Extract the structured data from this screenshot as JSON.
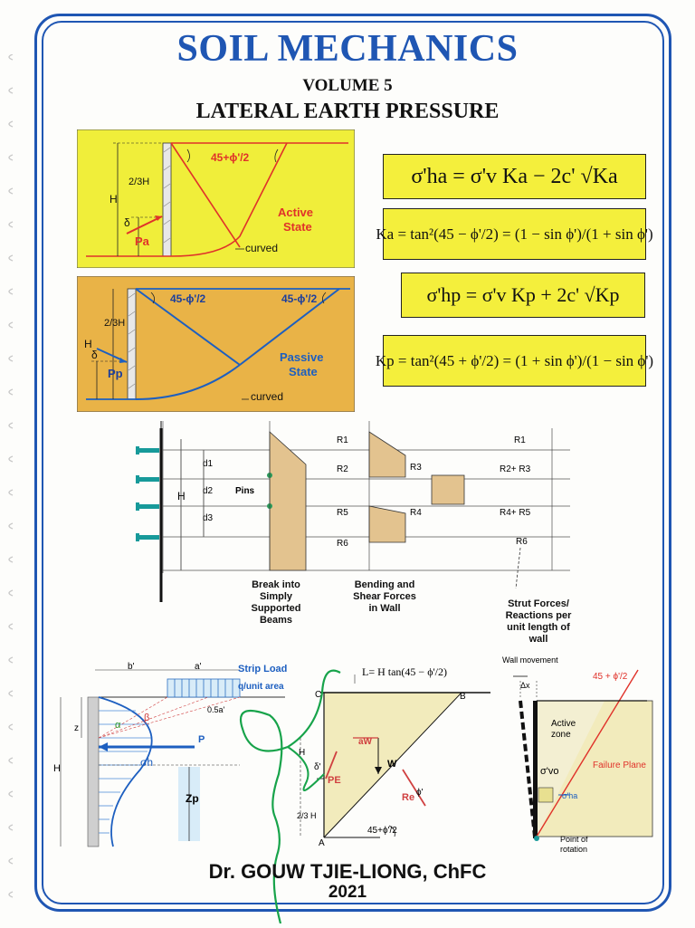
{
  "header": {
    "title": "SOIL MECHANICS",
    "volume": "VOLUME 5",
    "subtitle": "LATERAL EARTH PRESSURE"
  },
  "active_diagram": {
    "angle_label": "45+ϕ'/2",
    "height_label": "H",
    "two_thirds": "2/3H",
    "delta": "δ",
    "force": "Pa",
    "state_line1": "Active",
    "state_line2": "State",
    "curved": "curved"
  },
  "passive_diagram": {
    "angle_label_left": "45-ϕ'/2",
    "angle_label_right": "45-ϕ'/2",
    "height_label": "H",
    "two_thirds": "2/3H",
    "delta": "δ",
    "force": "Pp",
    "state_line1": "Passive",
    "state_line2": "State",
    "curved": "curved"
  },
  "equations": {
    "eq1": "σ'ha = σ'v Ka − 2c' √Ka",
    "eq2": "Ka = tan²(45 − ϕ'/2) = (1 − sin ϕ')/(1 + sin ϕ')",
    "eq3": "σ'hp = σ'v Kp + 2c' √Kp",
    "eq4": "Kp = tan²(45 + ϕ'/2) = (1 + sin ϕ')/(1 − sin ϕ')"
  },
  "strut_diagram": {
    "H": "H",
    "d1": "d1",
    "d2": "d2",
    "d3": "d3",
    "pins": "Pins",
    "R1": "R1",
    "R2": "R2",
    "R3": "R3",
    "R4": "R4",
    "R5": "R5",
    "R6": "R6",
    "R1b": "R1",
    "R2R3": "R2+ R3",
    "R4R5": "R4+ R5",
    "R6b": "R6",
    "caption1": "Break into Simply Supported Beams",
    "caption2": "Bending and Shear Forces in Wall",
    "caption3": "Strut Forces/ Reactions per unit length of wall"
  },
  "strip_load": {
    "b": "b'",
    "a": "a'",
    "strip": "Strip Load",
    "q": "q/unit area",
    "half_a": "0.5a'",
    "z": "z",
    "alpha": "α",
    "beta": "β",
    "P": "P",
    "sigma_h": "σh",
    "H": "H",
    "zp": "Zp"
  },
  "wedge": {
    "formula": "L= H tan(45 − ϕ'/2)",
    "C": "C",
    "B": "B",
    "A": "A",
    "H": "H",
    "aW": "aW",
    "W": "W",
    "delta": "δ'",
    "PE": "PE",
    "Re": "Re",
    "phi": "ϕ'",
    "two_thirds": "2/3 H",
    "angle": "45+ϕ'/2"
  },
  "wall_movement": {
    "title": "Wall movement",
    "dx": "Δx",
    "angle": "45 + ϕ'/2",
    "active_zone": "Active zone",
    "sigma_vo": "σ'vo",
    "sigma_ha": "σ'ha",
    "failure": "Failure Plane",
    "point": "Point of rotation"
  },
  "footer": {
    "author": "Dr. GOUW TJIE-LIONG, ChFC",
    "year": "2021"
  },
  "colors": {
    "frame": "#1f56b3",
    "yellow": "#f4ef3c",
    "diagram_yellow": "#f0ee3a",
    "orange": "#e9b347",
    "red": "#e0322a",
    "blue": "#1d5fc0",
    "tan": "#e3c38f",
    "green": "#17a34a"
  }
}
